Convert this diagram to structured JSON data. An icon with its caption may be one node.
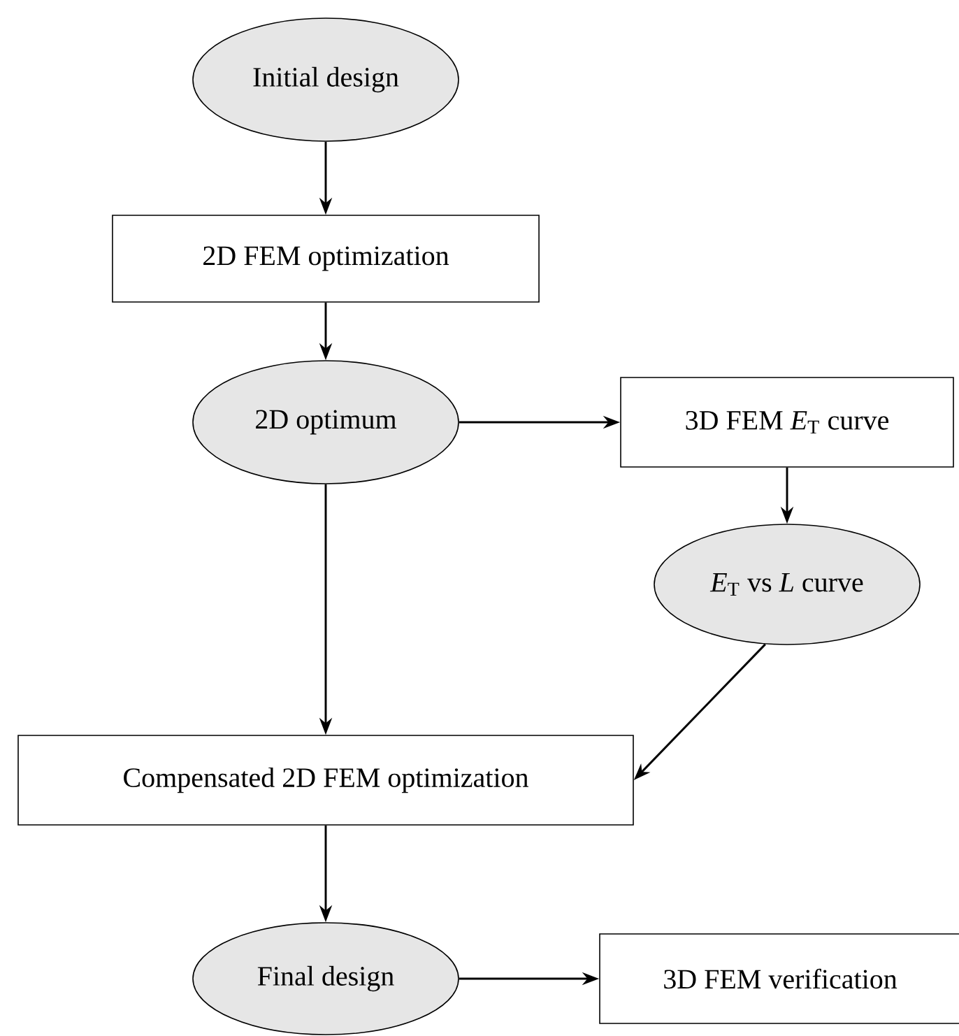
{
  "diagram": {
    "nodes": [
      {
        "text": [
          "Initial design"
        ]
      },
      {
        "text": [
          "2D FEM optimization"
        ]
      },
      {
        "text": [
          "2D optimum"
        ]
      },
      {
        "text": [
          "3D FEM *E*$_{T}$ curve"
        ]
      },
      {
        "text": [
          "*E*$_{T}$ vs *L* curve"
        ]
      },
      {
        "text": [
          "Compensated 2D FEM optimization"
        ]
      },
      {
        "text": [
          "Final design"
        ]
      },
      {
        "text": [
          "3D FEM verification"
        ]
      }
    ],
    "edges": [
      {
        "from": 0,
        "to": 1,
        "arrow": "to"
      },
      {
        "from": 1,
        "to": 2,
        "arrow": "to"
      },
      {
        "from": 2,
        "to": 3,
        "arrow": "to"
      },
      {
        "from": 3,
        "to": 4,
        "arrow": "to"
      },
      {
        "from": 2,
        "to": 5,
        "arrow": "to"
      },
      {
        "from": 4,
        "to": 5,
        "arrow": "to"
      },
      {
        "from": 5,
        "to": 6,
        "arrow": "to"
      },
      {
        "from": 6,
        "to": 7,
        "arrow": "to"
      }
    ]
  }
}
